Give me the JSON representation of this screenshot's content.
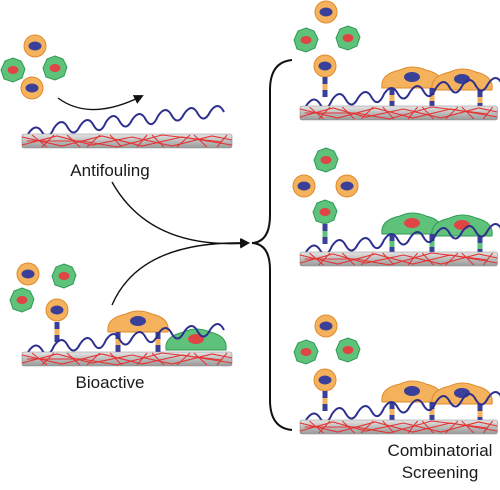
{
  "labels": {
    "antifouling": "Antifouling",
    "bioactive": "Bioactive",
    "combinatorial_line1": "Combinatorial",
    "combinatorial_line2": "Screening"
  },
  "colors": {
    "orange_cell": "#f5b25c",
    "orange_cell_edge": "#e08a2c",
    "green_cell": "#5ec27a",
    "green_cell_edge": "#2f9a55",
    "nucleus_blue": "#3a3f9a",
    "nucleus_red": "#e04545",
    "fiber_red": "#e53232",
    "polymer_blue": "#2d2f8f",
    "substrate": "#c8c8c8"
  }
}
